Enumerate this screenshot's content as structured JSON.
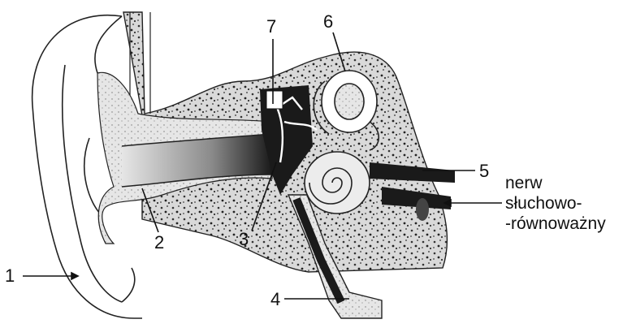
{
  "labels": [
    {
      "id": "1",
      "text": "1"
    },
    {
      "id": "2",
      "text": "2"
    },
    {
      "id": "3",
      "text": "3"
    },
    {
      "id": "4",
      "text": "4"
    },
    {
      "id": "5",
      "text": "5"
    },
    {
      "id": "6",
      "text": "6"
    },
    {
      "id": "7",
      "text": "7"
    }
  ],
  "nerve_label": {
    "line1": "nerw",
    "line2": "słuchowo-",
    "line3": "-równoważny"
  },
  "colors": {
    "line": "#111111",
    "bone": "#d8d8d8",
    "canal": "#bdbdbd",
    "dark": "#1a1a1a",
    "background": "#ffffff"
  }
}
